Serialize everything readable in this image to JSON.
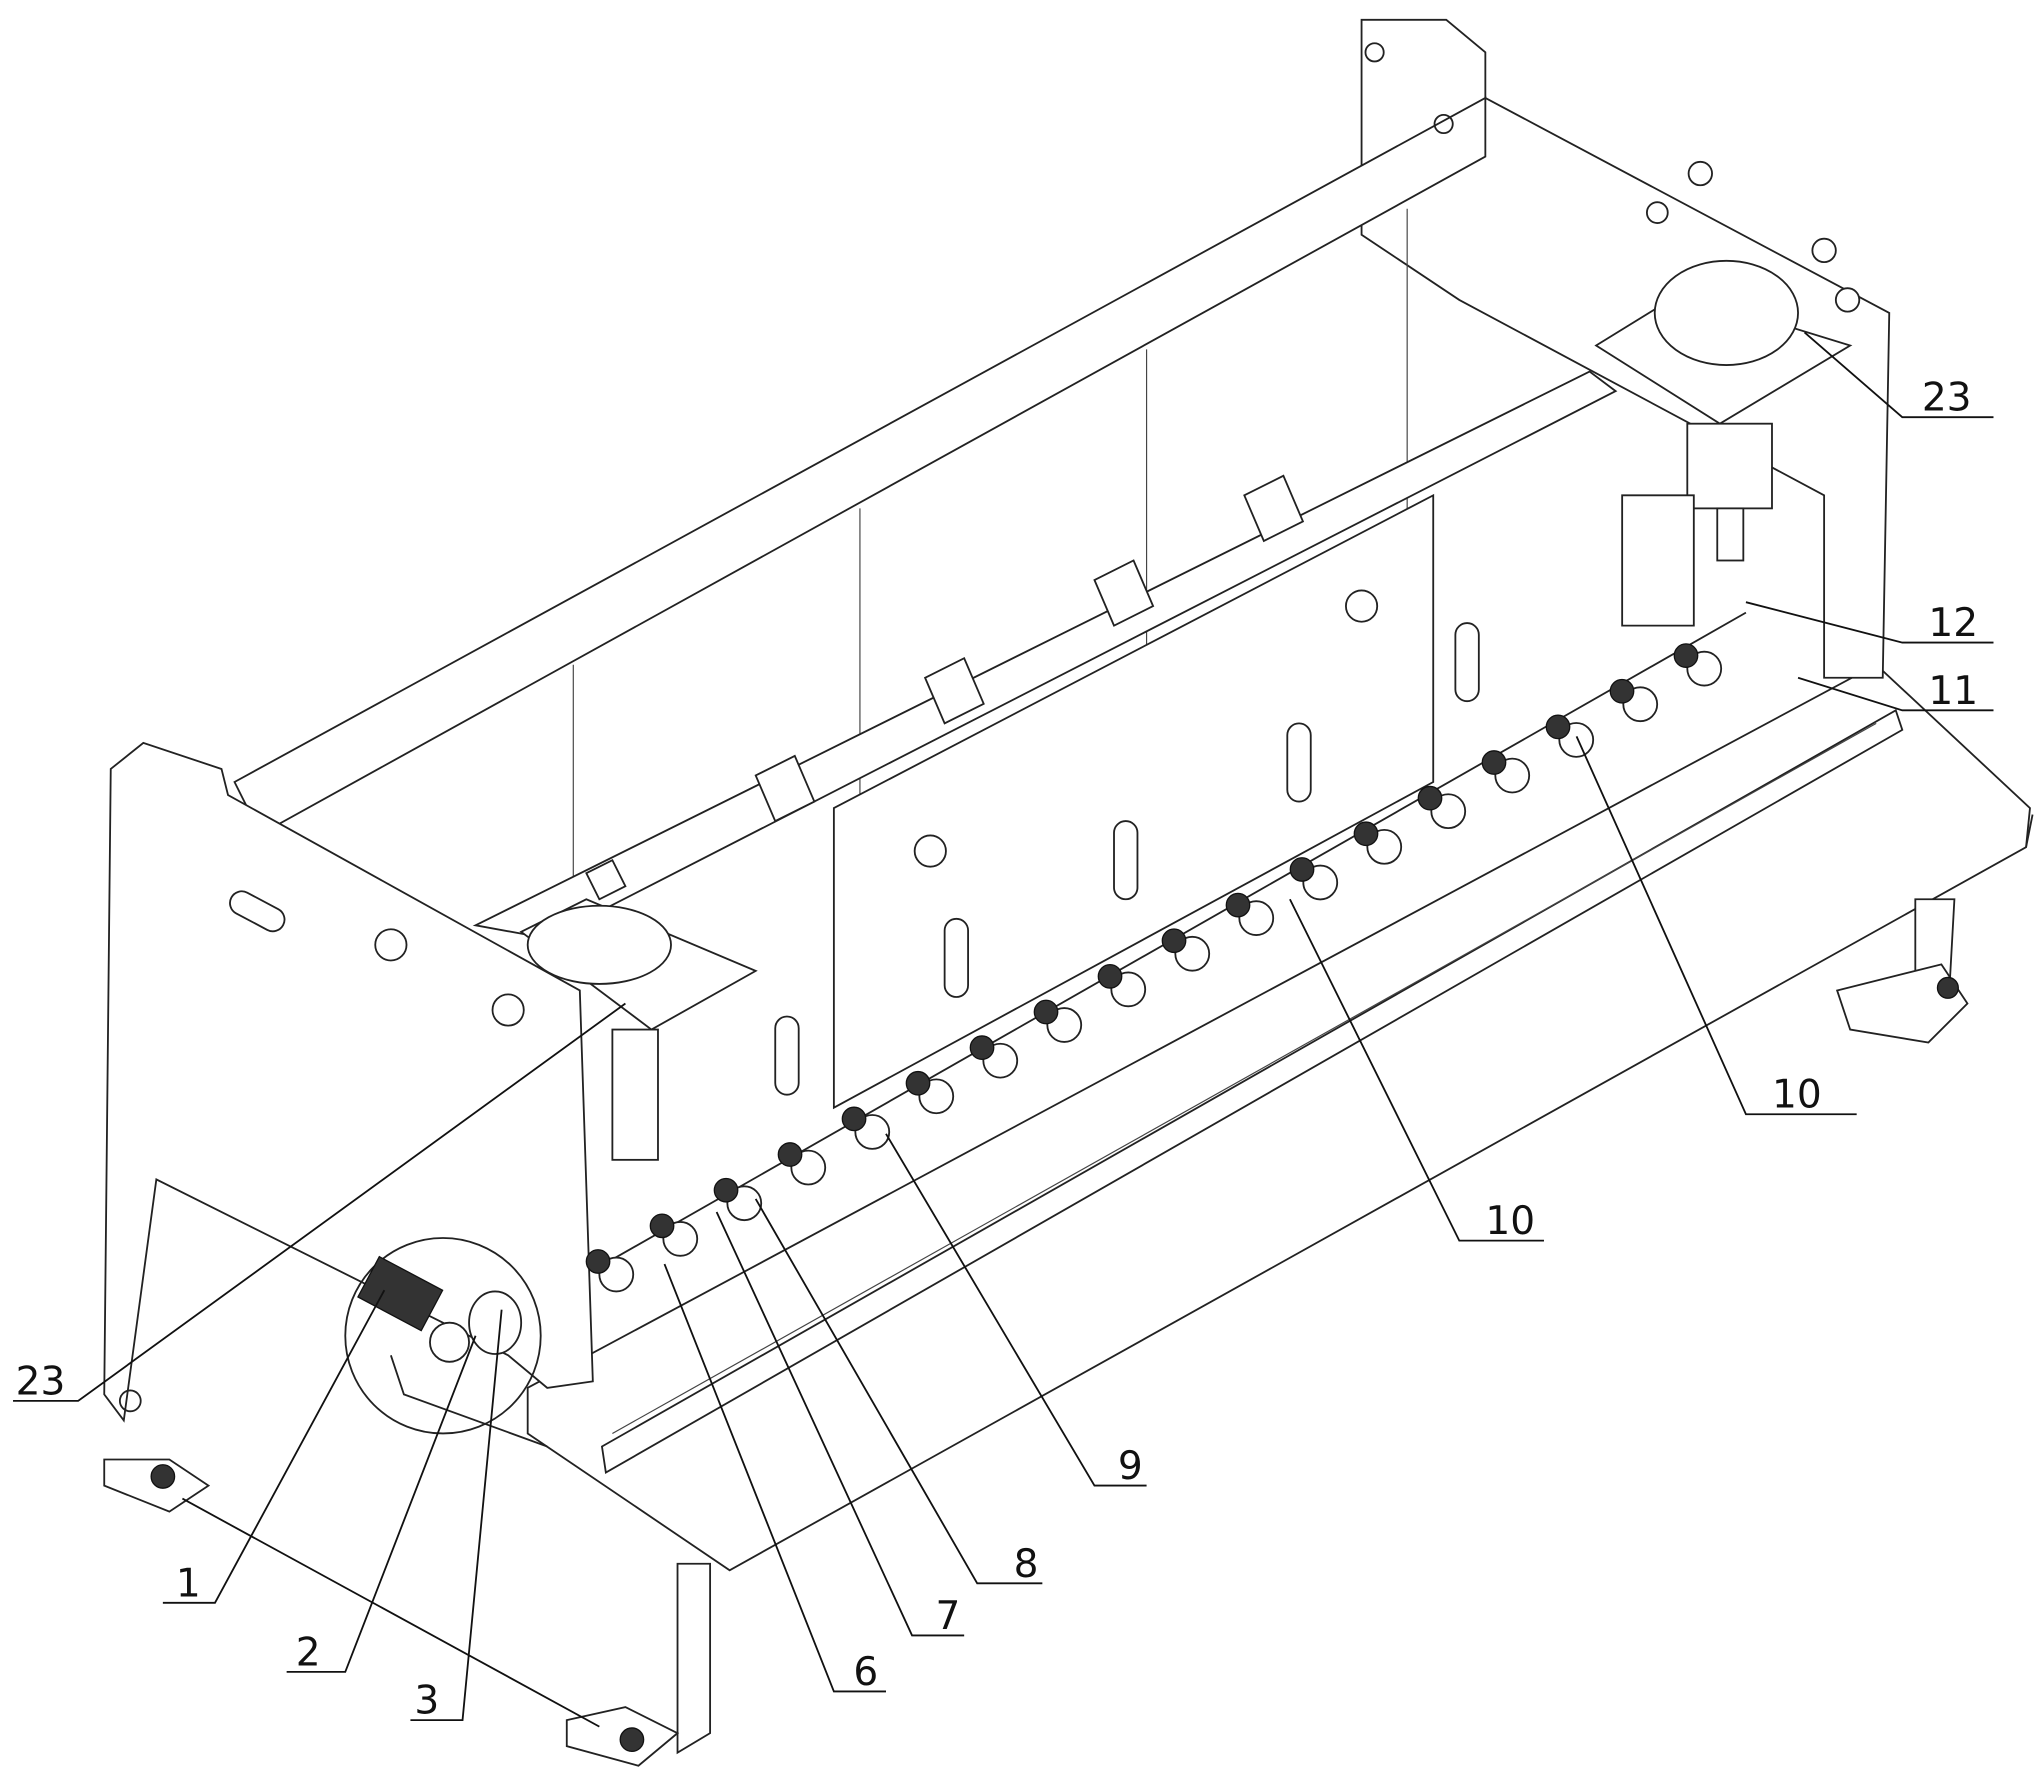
{
  "figure": {
    "labels": [
      {
        "id": "label-23-top",
        "text": "23"
      },
      {
        "id": "label-12",
        "text": "12"
      },
      {
        "id": "label-11",
        "text": "11"
      },
      {
        "id": "label-10-right",
        "text": "10"
      },
      {
        "id": "label-10-middle",
        "text": "10"
      },
      {
        "id": "label-9",
        "text": "9"
      },
      {
        "id": "label-8",
        "text": "8"
      },
      {
        "id": "label-7",
        "text": "7"
      },
      {
        "id": "label-6",
        "text": "6"
      },
      {
        "id": "label-3",
        "text": "3"
      },
      {
        "id": "label-2",
        "text": "2"
      },
      {
        "id": "label-1",
        "text": "1"
      },
      {
        "id": "label-23-left",
        "text": "23"
      }
    ]
  }
}
